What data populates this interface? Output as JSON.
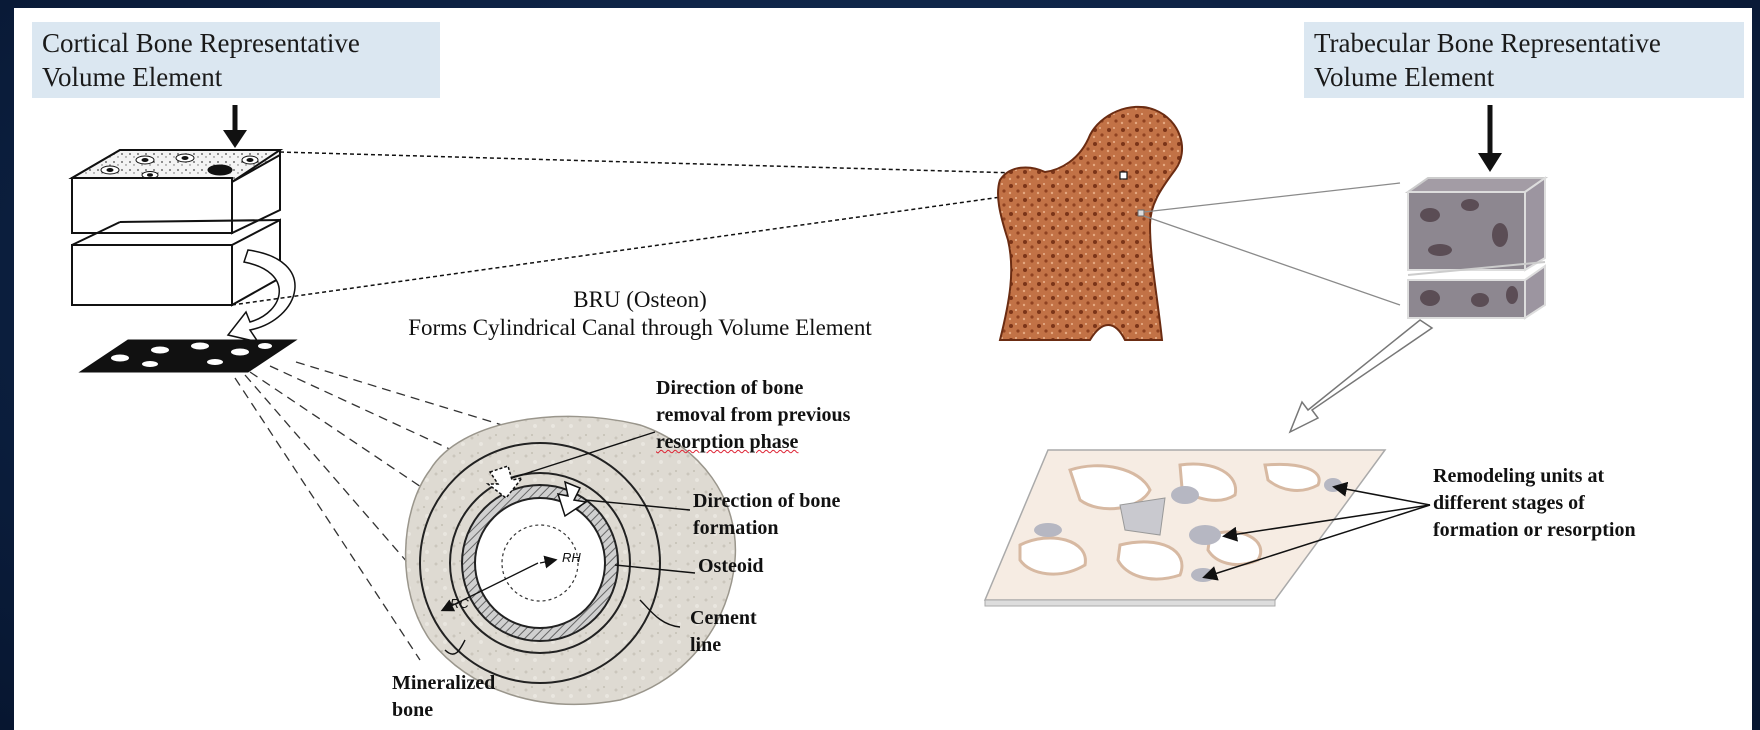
{
  "labels": {
    "cortical_line1": "Cortical Bone Representative",
    "cortical_line2": "Volume Element",
    "trabecular_line1": "Trabecular Bone Representative",
    "trabecular_line2": "Volume Element",
    "bru_line1": "BRU (Osteon)",
    "bru_line2": "Forms Cylindrical Canal through Volume Element",
    "removal_line1": "Direction of bone",
    "removal_line2": "removal from previous",
    "removal_line3": "resorption phase",
    "formation_line1": "Direction of bone",
    "formation_line2": "formation",
    "osteoid": "Osteoid",
    "cement_line1": "Cement",
    "cement_line2": "line",
    "mineralized_line1": "Mineralized",
    "mineralized_line2": "bone",
    "remodeling_line1": "Remodeling units at",
    "remodeling_line2": "different stages of",
    "remodeling_line3": "formation or resorption",
    "rh_label": "RH",
    "rc_label": "RC"
  },
  "colors": {
    "background": "#0d2244",
    "label_box": "#dbe7f1",
    "bone_brown": "#b5673c",
    "bone_dark": "#7a3418",
    "trabecular_gray": "#8d8790",
    "trabecular_spot": "#5b4d55",
    "cortex_gray": "#d9d6cf",
    "osteoid_hatch": "#8a8a8a"
  },
  "icons": {
    "down_arrow": "arrow-down-icon",
    "curved_arrow": "curved-arrow-icon"
  }
}
